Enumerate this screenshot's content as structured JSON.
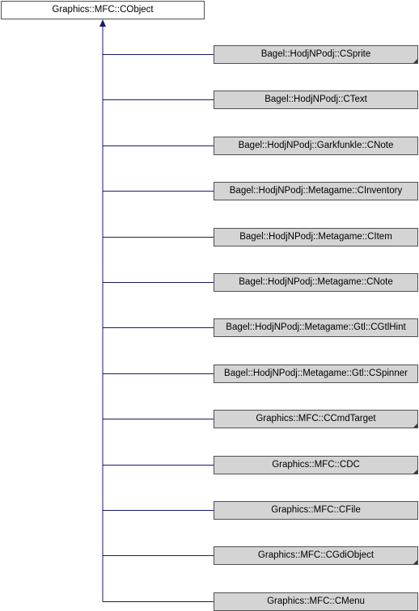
{
  "base": {
    "label": "Graphics::MFC::CObject"
  },
  "derived": [
    {
      "label": "Bagel::HodjNPodj::CSprite",
      "has_more": true
    },
    {
      "label": "Bagel::HodjNPodj::CText",
      "has_more": false
    },
    {
      "label": "Bagel::HodjNPodj::Garkfunkle::CNote",
      "has_more": false
    },
    {
      "label": "Bagel::HodjNPodj::Metagame::CInventory",
      "has_more": false
    },
    {
      "label": "Bagel::HodjNPodj::Metagame::CItem",
      "has_more": false
    },
    {
      "label": "Bagel::HodjNPodj::Metagame::CNote",
      "has_more": false
    },
    {
      "label": "Bagel::HodjNPodj::Metagame::Gtl::CGtlHint",
      "has_more": false
    },
    {
      "label": "Bagel::HodjNPodj::Metagame::Gtl::CSpinner",
      "has_more": false
    },
    {
      "label": "Graphics::MFC::CCmdTarget",
      "has_more": true
    },
    {
      "label": "Graphics::MFC::CDC",
      "has_more": true
    },
    {
      "label": "Graphics::MFC::CFile",
      "has_more": false
    },
    {
      "label": "Graphics::MFC::CGdiObject",
      "has_more": true
    },
    {
      "label": "Graphics::MFC::CMenu",
      "has_more": false
    }
  ],
  "colors": {
    "edge": "#191970",
    "node_fill": "#d4d4d4",
    "border": "#505050"
  }
}
